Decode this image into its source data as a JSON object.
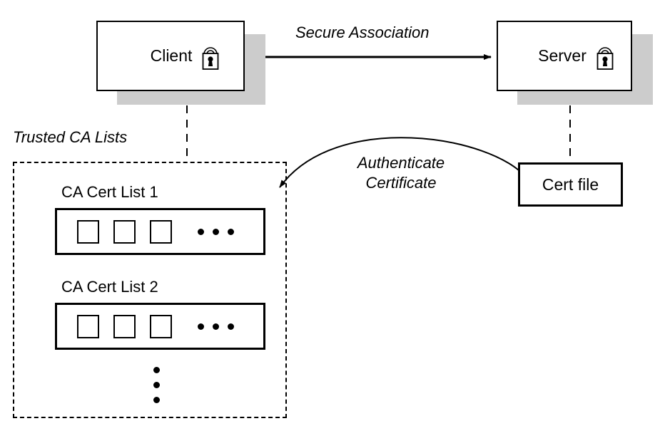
{
  "diagram": {
    "title": "Trusted CA Lists authentication diagram",
    "colors": {
      "stroke": "#000000",
      "fill": "#ffffff",
      "shadow": "#cccccc"
    }
  },
  "nodes": {
    "client": {
      "label": "Client",
      "icon": "padlock-icon"
    },
    "server": {
      "label": "Server",
      "icon": "padlock-icon"
    },
    "cert_file": {
      "label": "Cert file"
    }
  },
  "labels": {
    "secure_association": "Secure Association",
    "authenticate_certificate_line1": "Authenticate",
    "authenticate_certificate_line2": "Certificate",
    "trusted_ca_lists": "Trusted CA Lists"
  },
  "trusted_ca_lists": {
    "heading": "Trusted CA Lists",
    "lists": [
      {
        "name": "CA Cert List 1",
        "cert_count_shown": 3,
        "ellipsis": "• • •"
      },
      {
        "name": "CA Cert List 2",
        "cert_count_shown": 3,
        "ellipsis": "• • •"
      }
    ],
    "more_lists_indicator": "vertical-ellipsis"
  },
  "connections": [
    {
      "name": "secure-association-arrow",
      "from": "client",
      "to": "server",
      "style": "solid",
      "arrowhead": "end",
      "label": "Secure Association"
    },
    {
      "name": "authenticate-certificate-arc",
      "from": "cert-file",
      "to": "trusted-ca-lists",
      "style": "solid-curved",
      "arrowhead": "end",
      "label": "Authenticate Certificate"
    },
    {
      "name": "client-to-trusted-ca-lists-link",
      "from": "client",
      "to": "trusted-ca-lists",
      "style": "dashed",
      "arrowhead": "none",
      "label": ""
    },
    {
      "name": "server-to-cert-file-link",
      "from": "server",
      "to": "cert-file",
      "style": "dashed",
      "arrowhead": "none",
      "label": ""
    }
  ]
}
